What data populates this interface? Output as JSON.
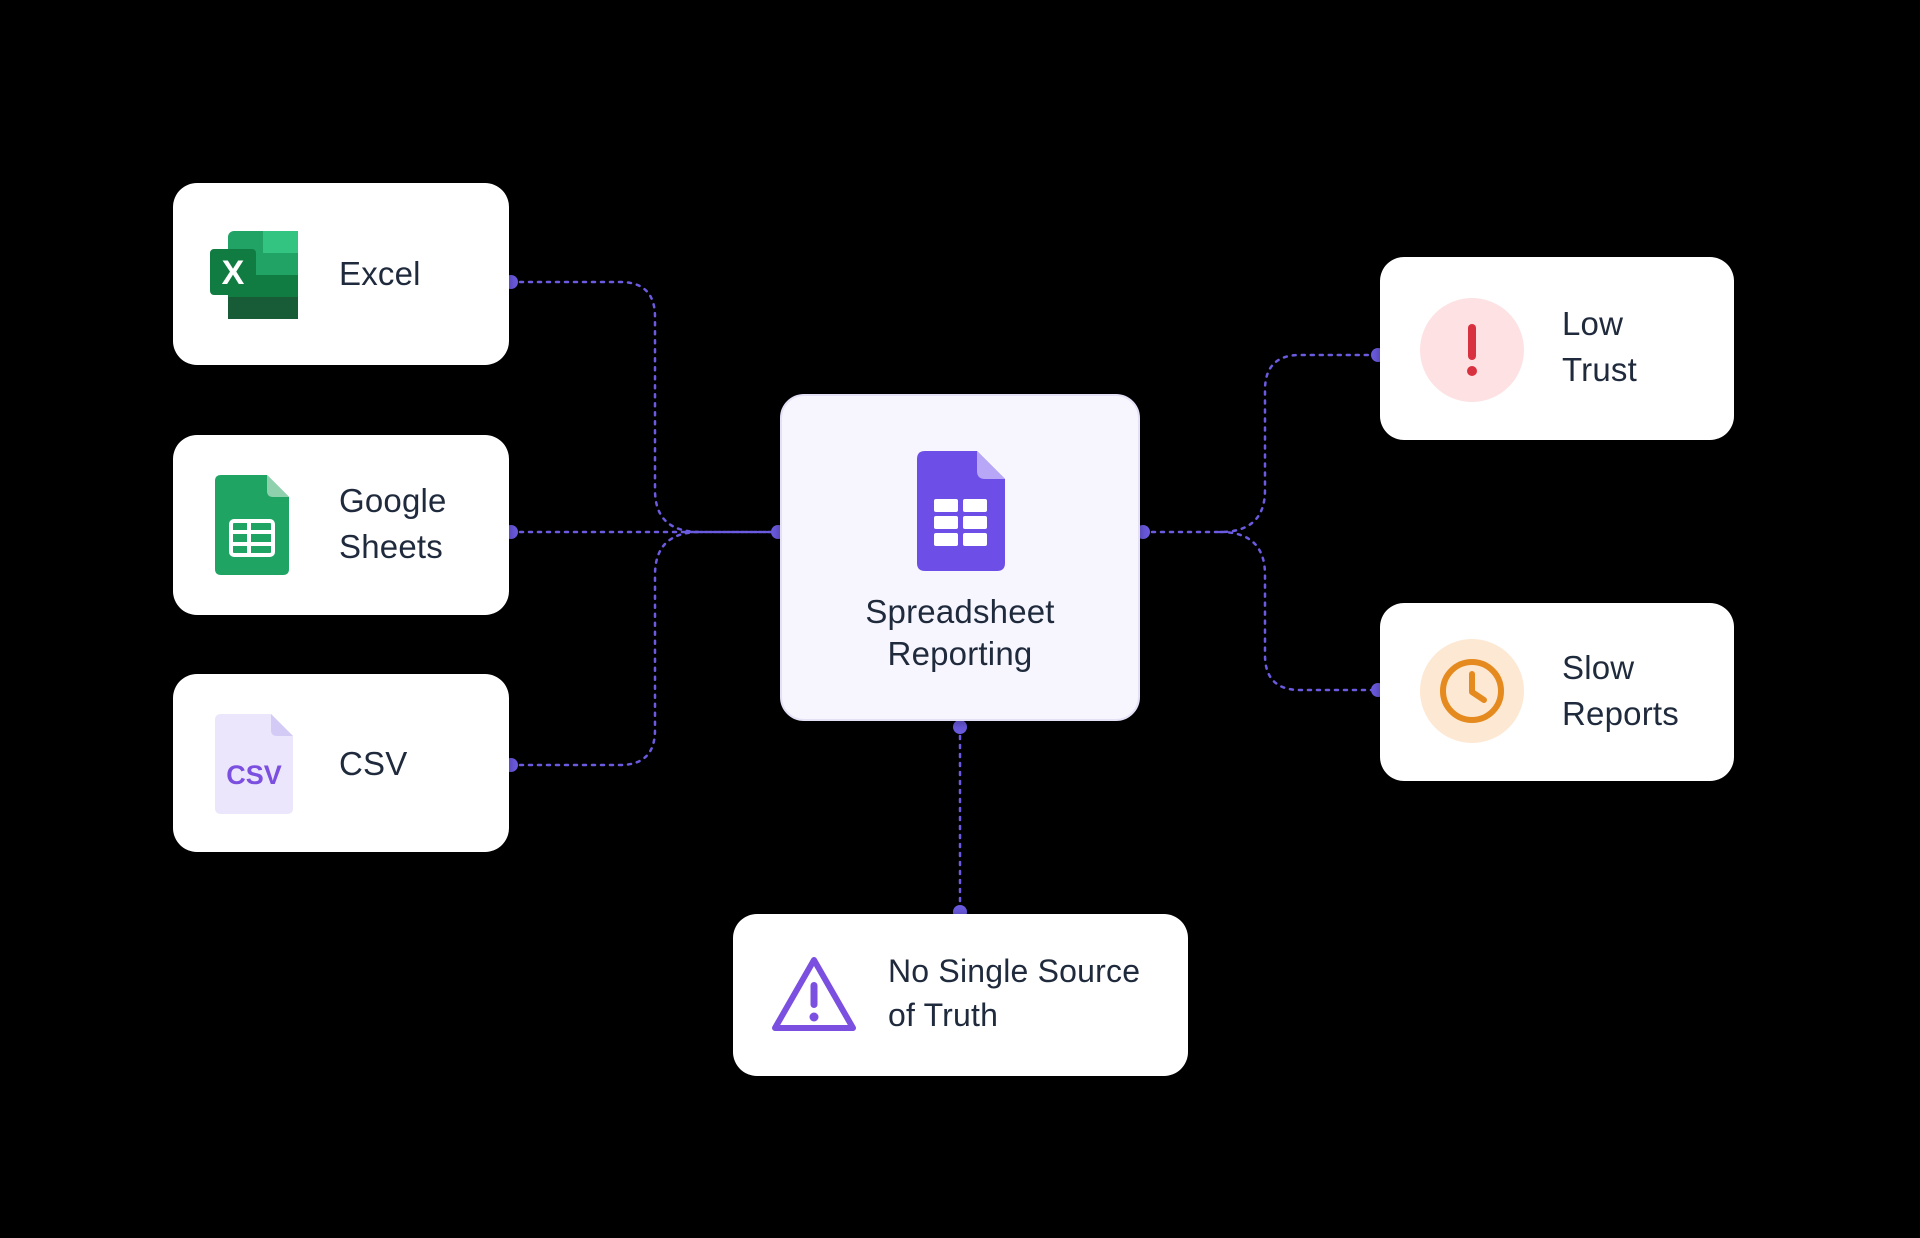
{
  "sources": {
    "excel": {
      "label": "Excel",
      "icon": "excel-icon",
      "badge": "X"
    },
    "google_sheets": {
      "line1": "Google",
      "line2": "Sheets",
      "icon": "google-sheets-icon"
    },
    "csv": {
      "label": "CSV",
      "icon": "csv-file-icon",
      "badge": "CSV"
    }
  },
  "hub": {
    "line1": "Spreadsheet",
    "line2": "Reporting",
    "icon": "spreadsheet-icon"
  },
  "outcomes": {
    "low_trust": {
      "line1": "Low",
      "line2": "Trust",
      "icon": "exclamation-icon"
    },
    "slow_reports": {
      "line1": "Slow",
      "line2": "Reports",
      "icon": "clock-icon"
    },
    "no_single_source": {
      "line1": "No Single Source",
      "line2": "of Truth",
      "icon": "warning-triangle-icon"
    }
  },
  "colors": {
    "background": "#000000",
    "connector": "#6b5be0",
    "hub_icon": "#6d4fe8",
    "excel_green": "#1d7b45",
    "sheets_green": "#1fa463",
    "csv_purple": "#7b4fe0",
    "alert_red": "#d8313f",
    "clock_orange": "#e58a1f",
    "warning_purple": "#7b4fe0"
  }
}
